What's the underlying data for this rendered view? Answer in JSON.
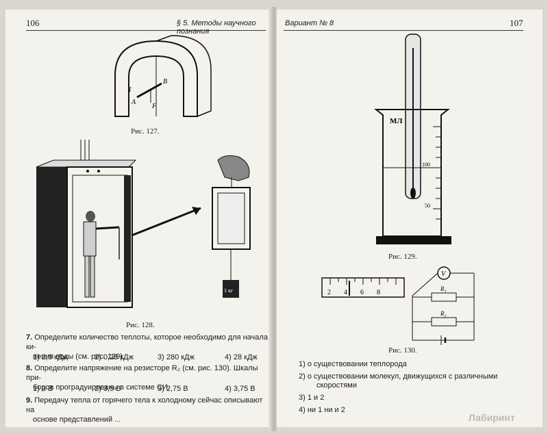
{
  "left_page": {
    "page_number": "106",
    "running_head": "§ 5. Методы научного познания",
    "fig127": {
      "caption": "Рис. 127.",
      "labels": {
        "I": "I",
        "A": "A",
        "B": "B",
        "F": "F"
      }
    },
    "fig128": {
      "caption": "Рис. 128.",
      "weight_label": "1 кг"
    },
    "q7": {
      "number": "7.",
      "text_line1": "Определите количество теплоты, которое необходимо для начала ки-",
      "text_line2": "пения воды (см. рис. 129).",
      "options": [
        "1) 2,8 кДж",
        "2) 0,28 кДж",
        "3) 280 кДж",
        "4) 28 кДж"
      ]
    },
    "q8": {
      "number": "8.",
      "text_line1": "Определите напряжение на резисторе R₂ (см. рис. 130). Шкалы при-",
      "text_line2": "боров проградуированы в системе СИ.",
      "options": [
        "1) 3 В",
        "2) 3,5 В",
        "3) 2,75 В",
        "4) 3,75 В"
      ]
    },
    "q9": {
      "number": "9.",
      "text_line1": "Передачу тепла от горячего тела к холодному сейчас описывают на",
      "text_line2": "основе представлений ..."
    }
  },
  "right_page": {
    "page_number": "107",
    "running_head": "Вариант № 8",
    "fig129": {
      "caption": "Рис. 129.",
      "unit": "МЛ",
      "marks": [
        "100",
        "50"
      ]
    },
    "fig130": {
      "caption": "Рис. 130.",
      "ruler_marks": [
        "2",
        "4",
        "6",
        "8"
      ],
      "voltmeter": "V",
      "r1": "R₁",
      "r2": "R₂"
    },
    "answers": [
      "1)  о существовании теплорода",
      "2)  о существовании молекул, движущихся с различными",
      "скоростями",
      "3)  1 и 2",
      "4)  ни 1 ни и 2"
    ],
    "watermark": "Лабиринт"
  }
}
